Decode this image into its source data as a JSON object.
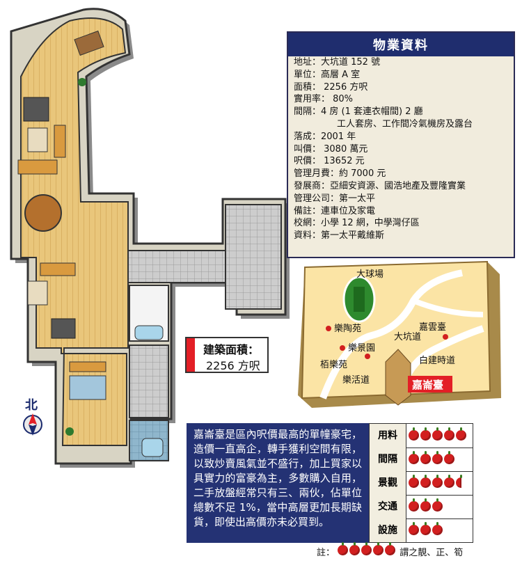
{
  "info": {
    "title": "物業資料",
    "rows": [
      "地址：大坑道 152 號",
      "單位：高層 A 室",
      "面積： 2256 方呎",
      "實用率： 80%",
      "間隔：4 房 (1 套連衣帽間) 2 廳",
      "工人套房、工作間冷氣機房及露台",
      "落成：2001 年",
      "叫價： 3080 萬元",
      "呎價： 13652 元",
      "管理月費：約 7000 元",
      "發展商：亞細安資源、國浩地產及豐隆實業",
      "管理公司：第一太平",
      "備註：連車位及家電",
      "校網：小學 12 網，中學灣仔區",
      "資料：第一太平戴維斯"
    ]
  },
  "area": {
    "label": "建築面積：",
    "value": "2256 方呎"
  },
  "compass": {
    "label": "北"
  },
  "map": {
    "labels": {
      "stadium": "大球場",
      "lok_to_yuen": "樂陶苑",
      "lok_king_yuen": "樂景園",
      "pak_lok_yuen": "栢樂苑",
      "lok_wood_road": "樂活道",
      "tai_hang_road": "大坑道",
      "ka_wan_toi": "嘉雲臺",
      "pak_kin_si_road": "白建時道",
      "highlight": "嘉崙臺"
    },
    "colors": {
      "land": "#fbe4a5",
      "accent": "#e31f26",
      "road": "#ffffff"
    }
  },
  "description": "嘉崙臺是區內呎價最高的單幢豪宅，造價一直高企，轉手獲利空間有限，以致炒賣風氣並不盛行，加上買家以具實力的富豪為主，多數購入自用，二手放盤經常只有三、兩伙，佔單位總數不足 1%，當中高層更加長期缺貨，即使出高價亦未必買到。",
  "ratings": [
    {
      "label": "用料",
      "score": 5
    },
    {
      "label": "間隔",
      "score": 4
    },
    {
      "label": "景觀",
      "score": 4.5
    },
    {
      "label": "交通",
      "score": 3
    },
    {
      "label": "設施",
      "score": 3
    }
  ],
  "note": {
    "prefix": "註：",
    "suffix": "謂之靚、正、筍",
    "apple_count": 5
  }
}
